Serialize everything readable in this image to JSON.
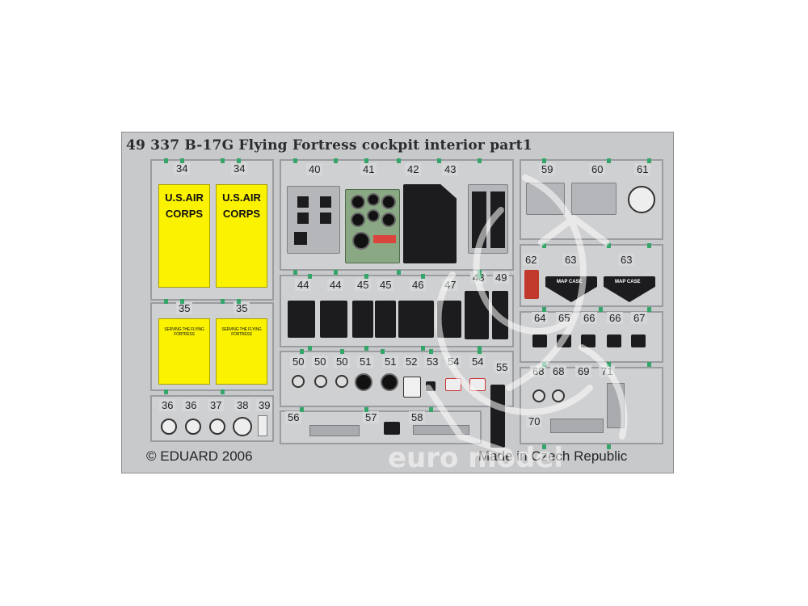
{
  "header": {
    "title": "49 337  B-17G Flying Fortress cockpit interior   part1",
    "brand": "eduard"
  },
  "footer": {
    "copyright": "© EDUARD 2006",
    "origin": "Made in Czech Republic"
  },
  "watermark": "euro model",
  "yellow_panels": {
    "upper_label": "U.S.AIR CORPS",
    "lower_label": "SERVING THE FLYING FORTRESS"
  },
  "mapcase_label": "MAP CASE",
  "part_numbers": {
    "p34a": "34",
    "p34b": "34",
    "p35a": "35",
    "p35b": "35",
    "p36a": "36",
    "p36b": "36",
    "p37": "37",
    "p38": "38",
    "p39": "39",
    "p40": "40",
    "p41": "41",
    "p42": "42",
    "p43": "43",
    "p44a": "44",
    "p44b": "44",
    "p45a": "45",
    "p45b": "45",
    "p46": "46",
    "p47": "47",
    "p48": "48",
    "p49": "49",
    "p50a": "50",
    "p50b": "50",
    "p50c": "50",
    "p51a": "51",
    "p51b": "51",
    "p52": "52",
    "p53": "53",
    "p54a": "54",
    "p54b": "54",
    "p55": "55",
    "p56": "56",
    "p57": "57",
    "p58": "58",
    "p59": "59",
    "p60": "60",
    "p61": "61",
    "p62": "62",
    "p63a": "63",
    "p63b": "63",
    "p64": "64",
    "p65": "65",
    "p66a": "66",
    "p66b": "66",
    "p67": "67",
    "p68a": "68",
    "p68b": "68",
    "p69": "69",
    "p70": "70",
    "p71": "71"
  },
  "colors": {
    "fret": "#c8c9cb",
    "yellow": "#fbf200",
    "panel_black": "#1c1c1e",
    "tab_green": "#35a56a"
  }
}
